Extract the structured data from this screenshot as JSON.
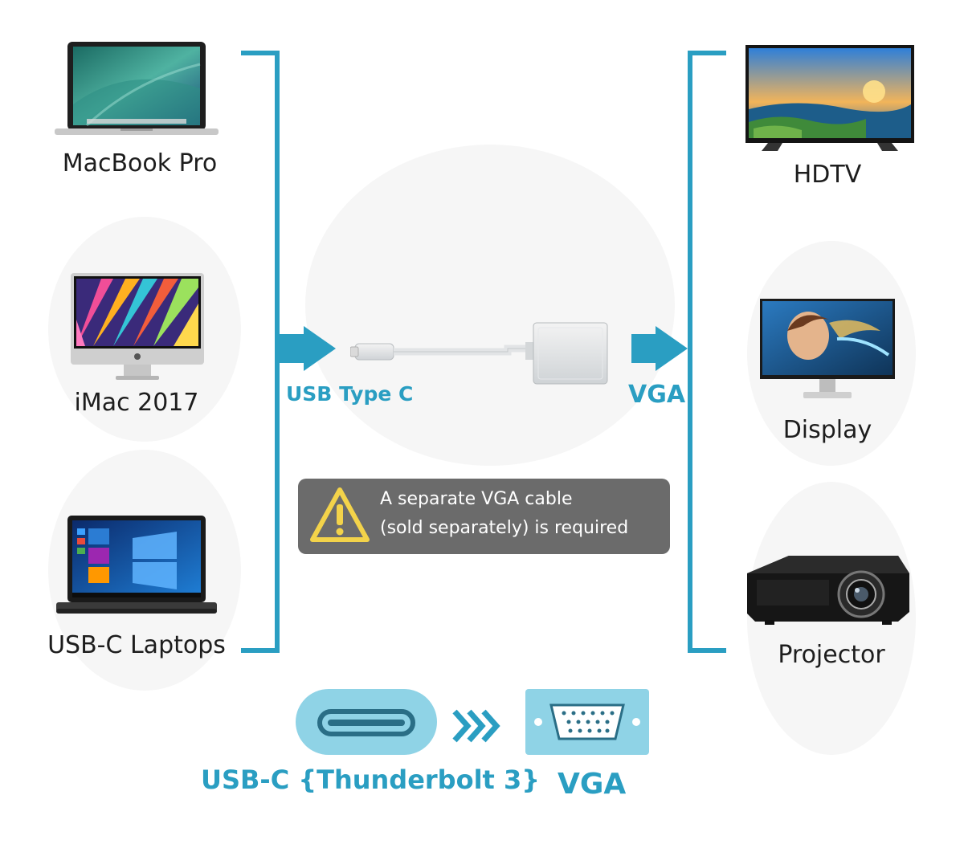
{
  "sources": {
    "macbook": {
      "label": "MacBook Pro"
    },
    "imac": {
      "label": "iMac 2017"
    },
    "laptops": {
      "label": "USB-C Laptops"
    }
  },
  "targets": {
    "hdtv": {
      "label": "HDTV"
    },
    "display": {
      "label": "Display"
    },
    "projector": {
      "label": "Projector"
    }
  },
  "adapter": {
    "input_label": "USB Type C",
    "output_label": "VGA"
  },
  "notice": {
    "line1": "A separate VGA cable",
    "line2": "(sold separately) is required"
  },
  "footer": {
    "usbc_label": "USB-C {Thunderbolt 3}",
    "vga_label": "VGA"
  },
  "colors": {
    "accent": "#2a9ec2",
    "icon_fill": "#8fd3e6",
    "notice_bg": "#6b6b6b",
    "warning_yellow": "#f3d34a"
  }
}
